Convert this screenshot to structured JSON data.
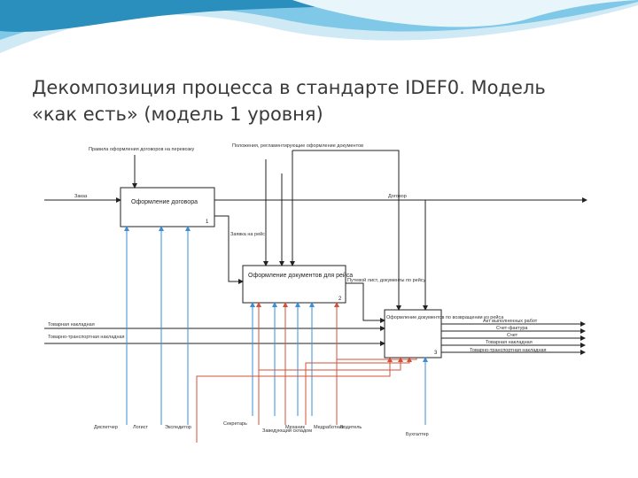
{
  "title": {
    "line1": "Декомпозиция процесса в стандарте  IDEF0. Модель",
    "line2": "«как есть» (модель 1 уровня)"
  },
  "colors": {
    "wave_dark": "#2a8fbd",
    "wave_light": "#7fc8e8",
    "blue_arrow": "#3a8fd6",
    "red_arrow": "#d2533a",
    "black_arrow": "#222222",
    "title_text": "#3a3a3a"
  },
  "diagram": {
    "boxes": [
      {
        "label": "Оформление договора",
        "number": "1"
      },
      {
        "label": "Оформление документов для рейса",
        "number": "2"
      },
      {
        "label": "Оформление документов по возвращении из рейса",
        "number": "3"
      }
    ],
    "controls": {
      "top_left": "Правила оформления договоров на перевозку",
      "top_right": "Положения, регламентирующие оформление документов"
    },
    "inputs": {
      "order": "Заказ",
      "cargo_invoice": "Товарная накладная",
      "transport_invoice": "Товарно-транспортная накладная"
    },
    "arrows": {
      "contract": "Договор",
      "request": "Заявка на рейс",
      "waybill": "Путевой лист, документы по рейсу"
    },
    "outputs": [
      "Акт выполненных работ",
      "Счет-фактура",
      "Счет",
      "Товарная накладная",
      "Товарно-транспортная накладная"
    ],
    "mechanisms": [
      "Диспетчер",
      "Логист",
      "Экспедитор",
      "Секретарь",
      "Заведующий складом",
      "Механик",
      "Медработник",
      "Водитель",
      "Бухгалтер"
    ]
  }
}
